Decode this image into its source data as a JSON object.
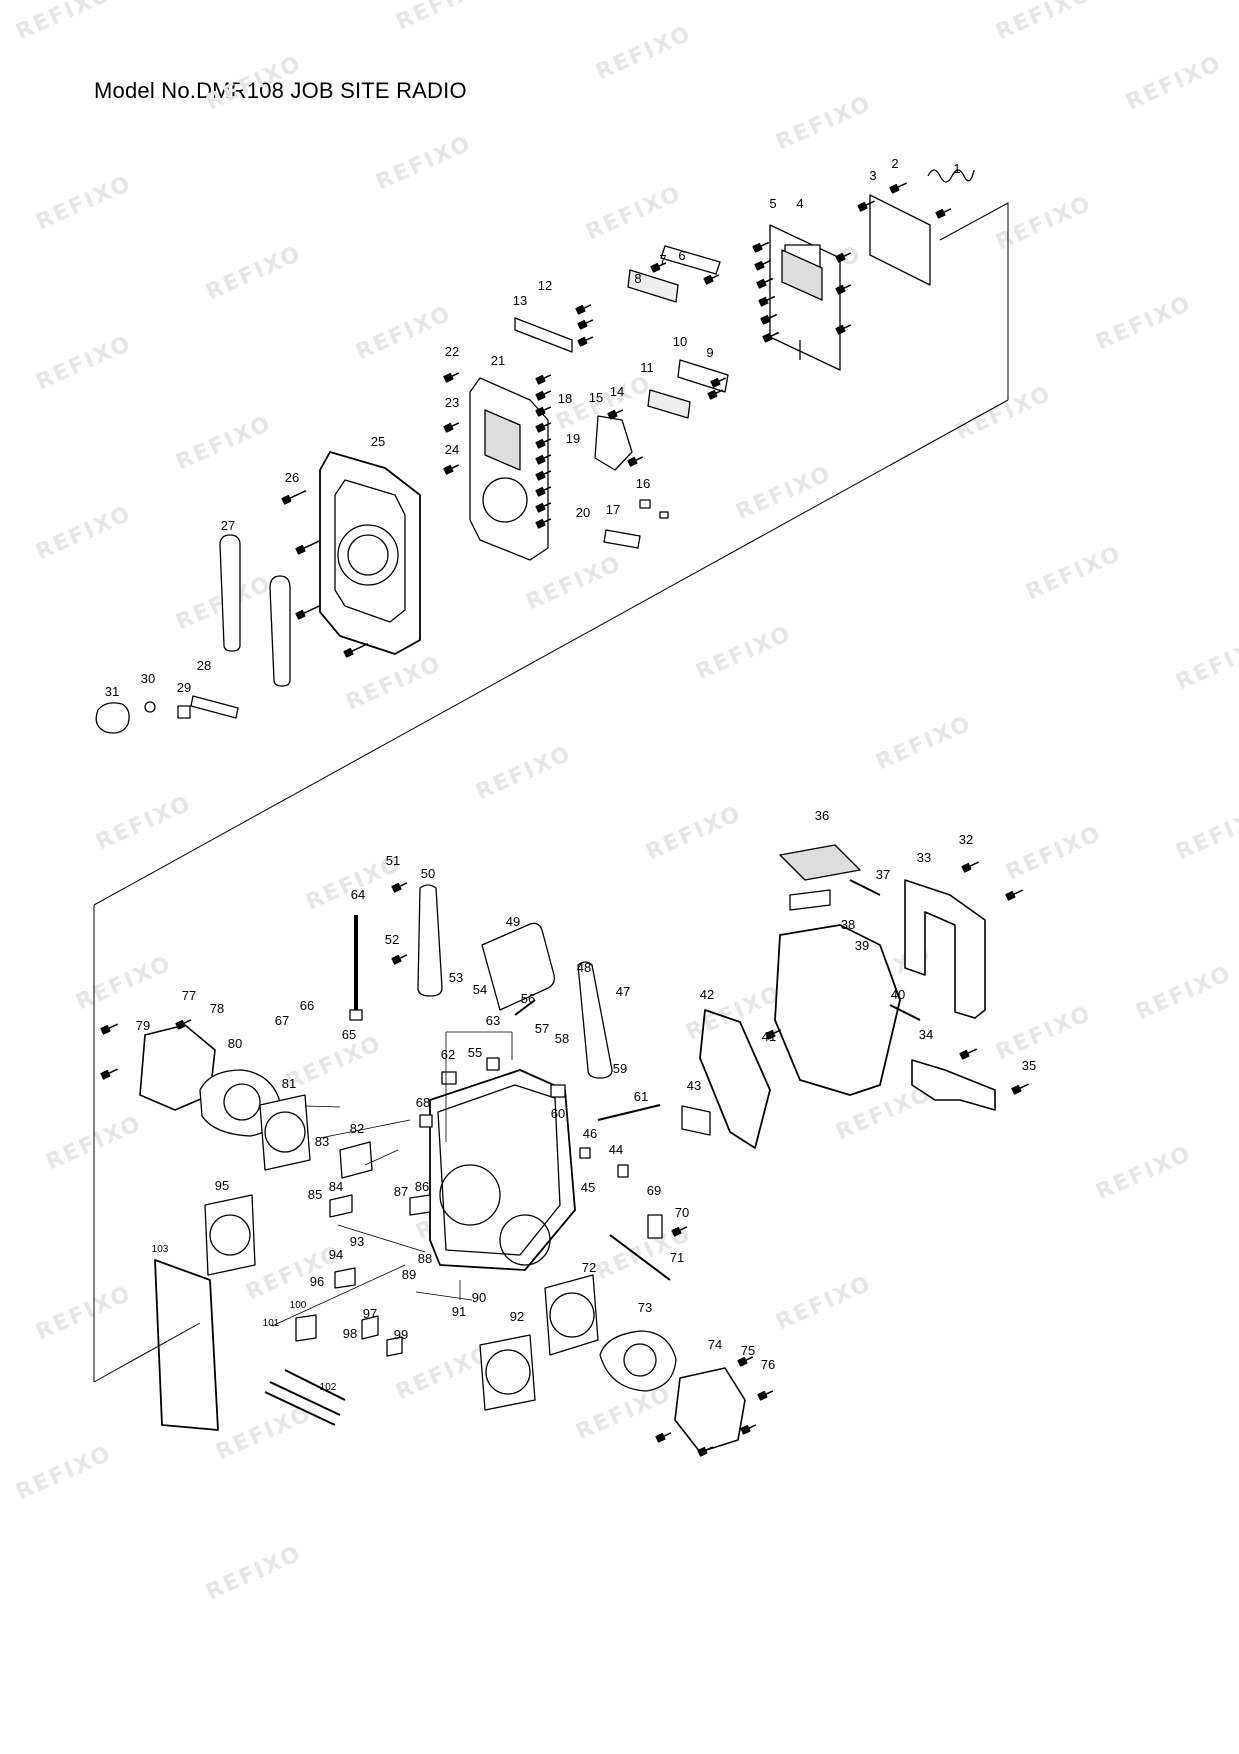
{
  "title": "Model No.DMR108 JOB SITE RADIO",
  "watermark": "REFIXO",
  "colors": {
    "line": "#000000",
    "watermark": "#e6e6e6",
    "background": "#ffffff"
  },
  "part_numbers": [
    "1",
    "2",
    "3",
    "4",
    "5",
    "6",
    "7",
    "8",
    "9",
    "10",
    "11",
    "12",
    "13",
    "14",
    "15",
    "16",
    "17",
    "18",
    "19",
    "20",
    "21",
    "22",
    "23",
    "24",
    "25",
    "26",
    "27",
    "28",
    "29",
    "30",
    "31",
    "32",
    "33",
    "34",
    "35",
    "36",
    "37",
    "38",
    "39",
    "40",
    "41",
    "42",
    "43",
    "44",
    "45",
    "46",
    "47",
    "48",
    "49",
    "50",
    "51",
    "52",
    "53",
    "54",
    "55",
    "56",
    "57",
    "58",
    "59",
    "60",
    "61",
    "62",
    "63",
    "64",
    "65",
    "66",
    "67",
    "68",
    "69",
    "70",
    "71",
    "72",
    "73",
    "74",
    "75",
    "76",
    "77",
    "78",
    "79",
    "80",
    "81",
    "82",
    "83",
    "84",
    "85",
    "86",
    "87",
    "88",
    "89",
    "90",
    "91",
    "92",
    "93",
    "94",
    "95",
    "96",
    "97",
    "98",
    "99",
    "100",
    "101",
    "102",
    "103"
  ]
}
